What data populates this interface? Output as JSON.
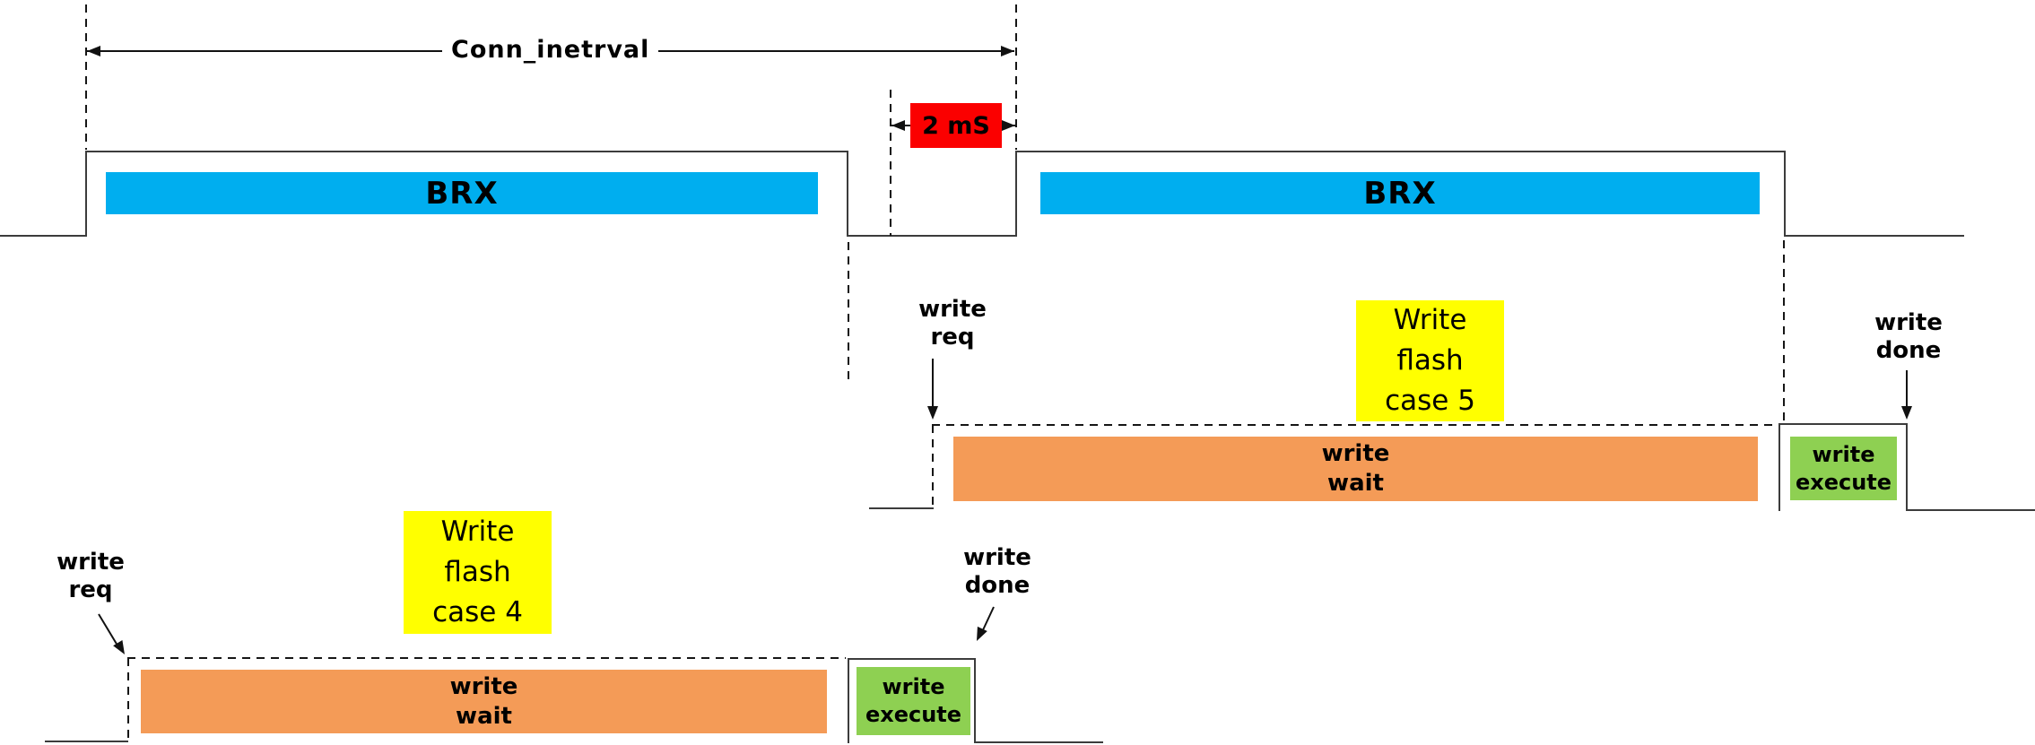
{
  "colors": {
    "brx": "#00aeef",
    "red": "#fb0000",
    "orange": "#f49b57",
    "green": "#8ed052",
    "yellow": "#ffff00",
    "line": "#3c3c3c"
  },
  "labels": {
    "conn_interval": "Conn_inetrval",
    "gap": "2 mS",
    "brx": "BRX",
    "write_req": [
      "write",
      "req"
    ],
    "write_done": [
      "write",
      "done"
    ],
    "write_wait": [
      "write",
      "wait"
    ],
    "write_execute": [
      "write",
      "execute"
    ],
    "case4_title": [
      "Write",
      "flash",
      "case 4"
    ],
    "case5_title": [
      "Write",
      "flash",
      "case 5"
    ]
  }
}
